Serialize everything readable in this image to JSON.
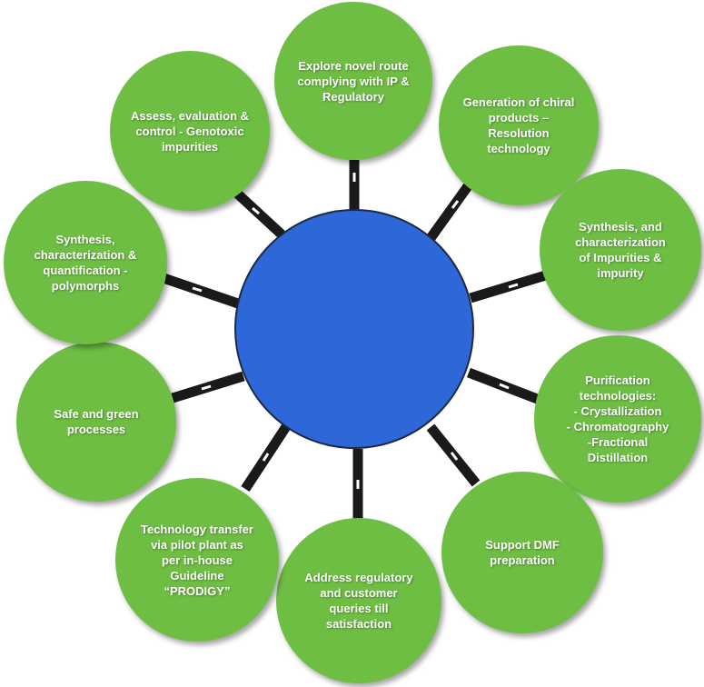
{
  "diagram": {
    "hub": {
      "label": ""
    },
    "nodes": [
      {
        "id": "explore",
        "text": "Explore novel route\ncomplying with IP &\nRegulatory"
      },
      {
        "id": "chiral",
        "text": "Generation of chiral\nproducts –\nResolution\ntechnology"
      },
      {
        "id": "impurities",
        "text": "Synthesis, and\ncharacterization\nof Impurities &\nimpurity"
      },
      {
        "id": "purification",
        "text": "Purification\ntechnologies:\n- Crystallization\n- Chromatography\n-Fractional\nDistillation"
      },
      {
        "id": "dmf",
        "text": "Support DMF\npreparation"
      },
      {
        "id": "regulatory",
        "text": "Address regulatory\nand customer\nqueries till\nsatisfaction"
      },
      {
        "id": "tech-transfer",
        "text": "Technology transfer\nvia pilot plant as\nper in-house\nGuideline\n“PRODIGY”"
      },
      {
        "id": "green",
        "text": "Safe  and green\nprocesses"
      },
      {
        "id": "polymorphs",
        "text": "Synthesis,\ncharacterization &\nquantification -\npolymorphs"
      },
      {
        "id": "genotoxic",
        "text": "Assess, evaluation &\ncontrol - Genotoxic\nimpurities"
      }
    ],
    "colors": {
      "hub": "#2d67d8",
      "node": "#6fbe44",
      "connector": "#1a1a1a",
      "connector_accent": "#ffffff"
    }
  }
}
